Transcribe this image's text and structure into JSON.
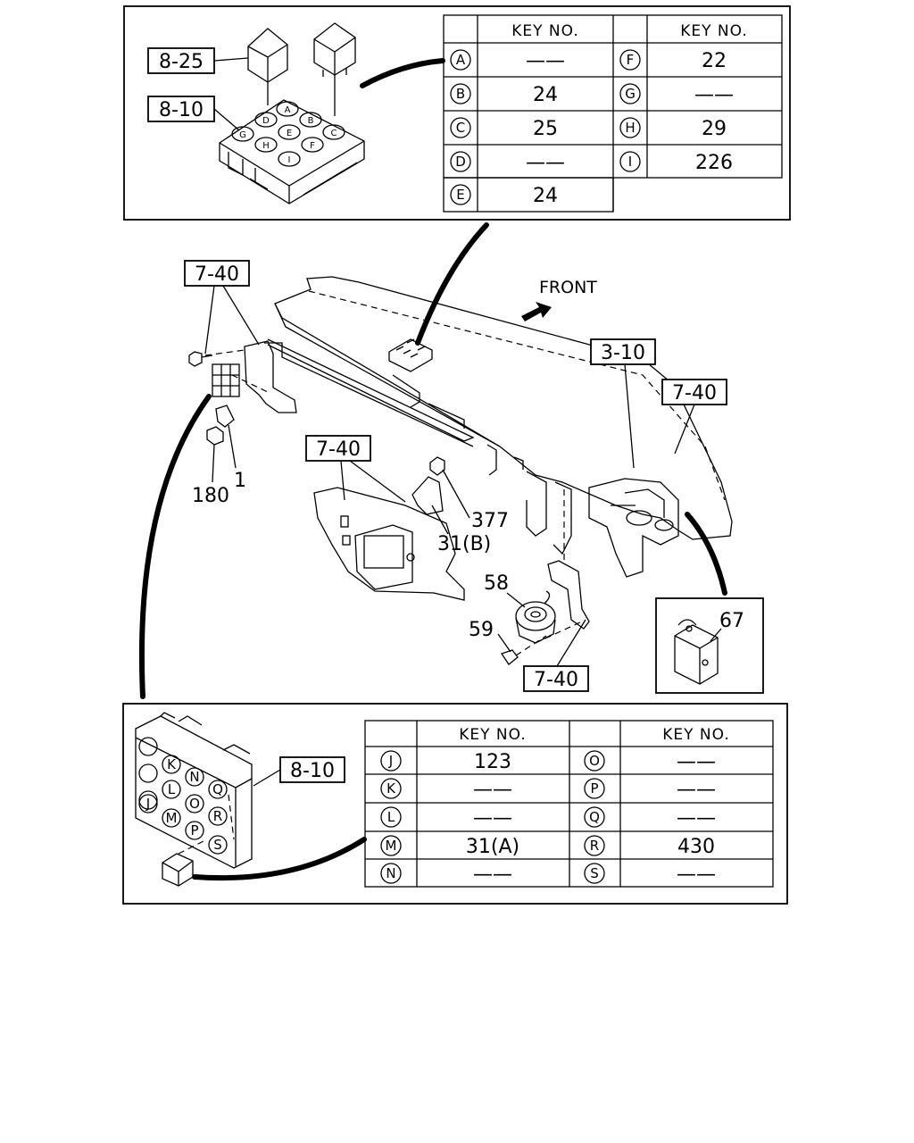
{
  "front_label": "FRONT",
  "callouts": {
    "relay_825": "8-25",
    "relay_block_810_top": "8-10",
    "bracket_740_left": "7-40",
    "ref_310": "3-10",
    "bracket_740_right": "7-40",
    "bracket_740_center": "7-40",
    "bracket_740_bottom": "7-40",
    "relay_block_810_bottom": "8-10"
  },
  "part_numbers": {
    "p180": "180",
    "p1": "1",
    "p377": "377",
    "p31b": "31(B)",
    "p58": "58",
    "p59": "59",
    "p67": "67"
  },
  "table_top": {
    "header": "KEY NO.",
    "left": [
      {
        "key": "A",
        "value": "——"
      },
      {
        "key": "B",
        "value": "24"
      },
      {
        "key": "C",
        "value": "25"
      },
      {
        "key": "D",
        "value": "——"
      },
      {
        "key": "E",
        "value": "24"
      }
    ],
    "right": [
      {
        "key": "F",
        "value": "22"
      },
      {
        "key": "G",
        "value": "——"
      },
      {
        "key": "H",
        "value": "29"
      },
      {
        "key": "I",
        "value": "226"
      }
    ]
  },
  "table_bottom": {
    "header": "KEY NO.",
    "left": [
      {
        "key": "J",
        "value": "123"
      },
      {
        "key": "K",
        "value": "——"
      },
      {
        "key": "L",
        "value": "——"
      },
      {
        "key": "M",
        "value": "31(A)"
      },
      {
        "key": "N",
        "value": "——"
      }
    ],
    "right": [
      {
        "key": "O",
        "value": "——"
      },
      {
        "key": "P",
        "value": "——"
      },
      {
        "key": "Q",
        "value": "——"
      },
      {
        "key": "R",
        "value": "430"
      },
      {
        "key": "S",
        "value": "——"
      }
    ]
  },
  "relay_block_top_sockets": [
    "A",
    "B",
    "C",
    "D",
    "E",
    "F",
    "G",
    "H",
    "I"
  ],
  "relay_block_bottom_sockets": [
    "K",
    "N",
    "Q",
    "L",
    "O",
    "R",
    "J",
    "M",
    "P",
    "S"
  ]
}
